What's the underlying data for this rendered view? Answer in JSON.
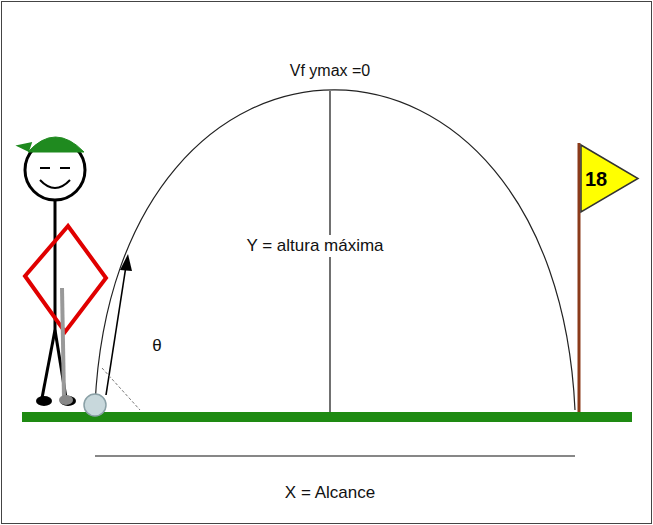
{
  "diagram": {
    "nodes": [
      {
        "text": [
          "18"
        ]
      }
    ],
    "labels": [
      "Vf ymax =0",
      "Y = altura máxima",
      "θ",
      "X = Alcance"
    ]
  }
}
